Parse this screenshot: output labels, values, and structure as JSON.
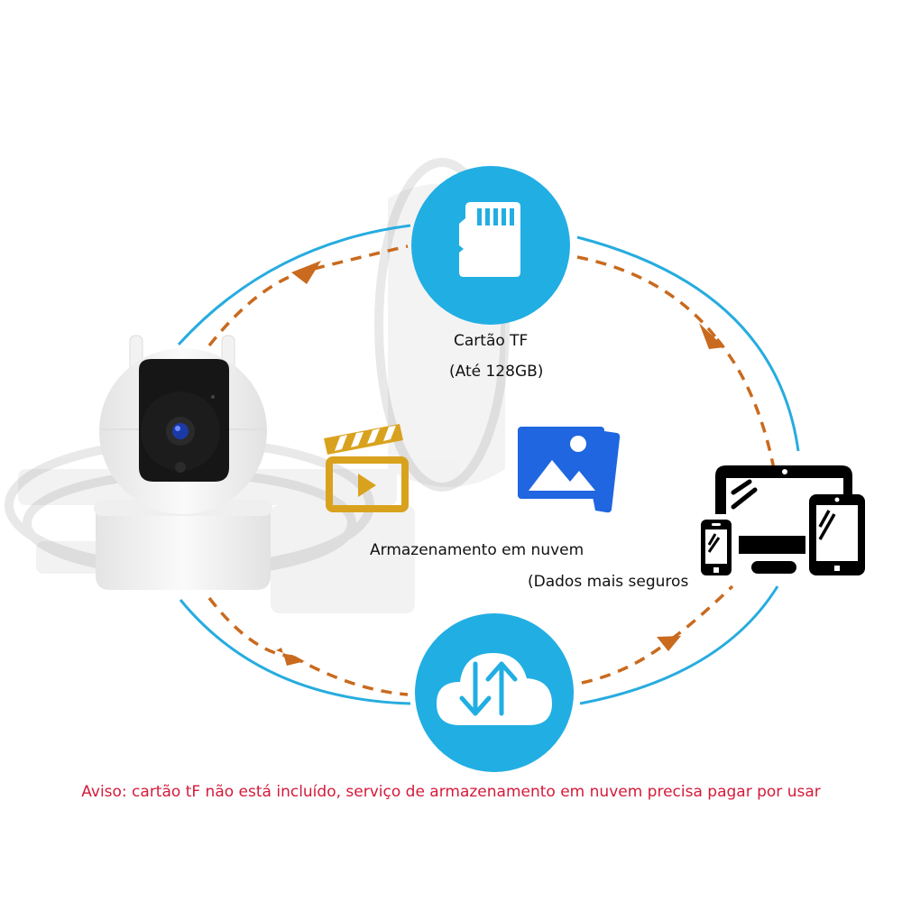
{
  "colors": {
    "flow_circle": "#21AEE3",
    "cyan_arc": "#27ACDF",
    "orange_dashed": "#C96A1E",
    "video_icon": "#D9A21E",
    "photo_icon": "#1F66E0",
    "devices_icon": "#000000",
    "notice_text": "#D41A3A"
  },
  "nodes": {
    "tf_card": {
      "title": "Cartão TF",
      "subtitle": "(Até 128GB)",
      "icon": "sd-card-icon"
    },
    "cloud": {
      "title": "Armazenamento em nuvem",
      "subtitle": "(Dados mais seguros",
      "icon": "cloud-upload-download-icon"
    },
    "camera": {
      "icon": "security-camera"
    },
    "devices": {
      "icon": "multi-device-icon"
    },
    "media": [
      {
        "icon": "video-clapperboard-icon"
      },
      {
        "icon": "photo-gallery-icon"
      }
    ]
  },
  "flows": [
    {
      "from": "camera",
      "to": "tf_card",
      "style": "dashed-arrow"
    },
    {
      "from": "tf_card",
      "to": "devices",
      "style": "dashed-arrow"
    },
    {
      "from": "camera",
      "to": "cloud",
      "style": "dashed-arrow"
    },
    {
      "from": "cloud",
      "to": "devices",
      "style": "dashed-arrow"
    }
  ],
  "notice": "Aviso: cartão tF não está incluído, serviço de armazenamento em nuvem precisa pagar por usar"
}
